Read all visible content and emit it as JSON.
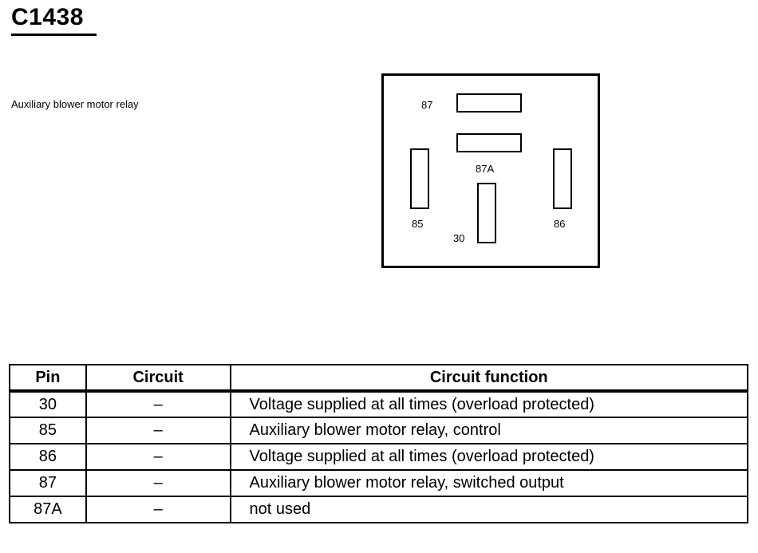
{
  "connector": {
    "title": "C1438",
    "description": "Auxiliary blower motor relay"
  },
  "diagram": {
    "pins": [
      {
        "id": "87",
        "label": "87"
      },
      {
        "id": "87A",
        "label": "87A"
      },
      {
        "id": "85",
        "label": "85"
      },
      {
        "id": "86",
        "label": "86"
      },
      {
        "id": "30",
        "label": "30"
      }
    ]
  },
  "table": {
    "headers": {
      "pin": "Pin",
      "circuit": "Circuit",
      "function": "Circuit function"
    },
    "rows": [
      {
        "pin": "30",
        "circuit": "–",
        "function": "Voltage supplied at all times (overload protected)"
      },
      {
        "pin": "85",
        "circuit": "–",
        "function": "Auxiliary blower motor relay, control"
      },
      {
        "pin": "86",
        "circuit": "–",
        "function": "Voltage supplied at all times (overload protected)"
      },
      {
        "pin": "87",
        "circuit": "–",
        "function": "Auxiliary blower motor relay, switched output"
      },
      {
        "pin": "87A",
        "circuit": "–",
        "function": "not used"
      }
    ]
  }
}
